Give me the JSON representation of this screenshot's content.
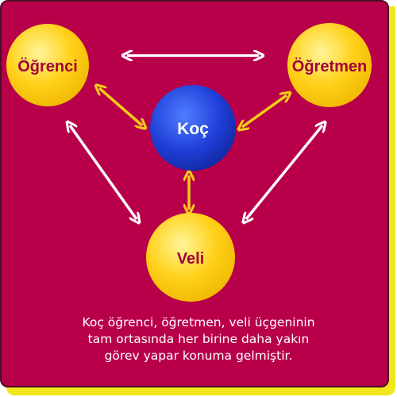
{
  "nodes": {
    "student": "Öğrenci",
    "teacher": "Öğretmen",
    "coach": "Koç",
    "parent": "Veli"
  },
  "caption": {
    "line1": "Koç öğrenci, öğretmen, veli üçgeninin",
    "line2": "tam ortasında her birine daha yakın",
    "line3": "görev yapar konuma gelmiştir."
  },
  "colors": {
    "background": "#b8004a",
    "accent_shadow": "#f2e61f",
    "node_yellow": "#ffd21c",
    "node_blue": "#1f3fd9",
    "arrow_white": "#ffffff",
    "arrow_yellow": "#f5cc16",
    "label_dark": "#a0003e"
  }
}
